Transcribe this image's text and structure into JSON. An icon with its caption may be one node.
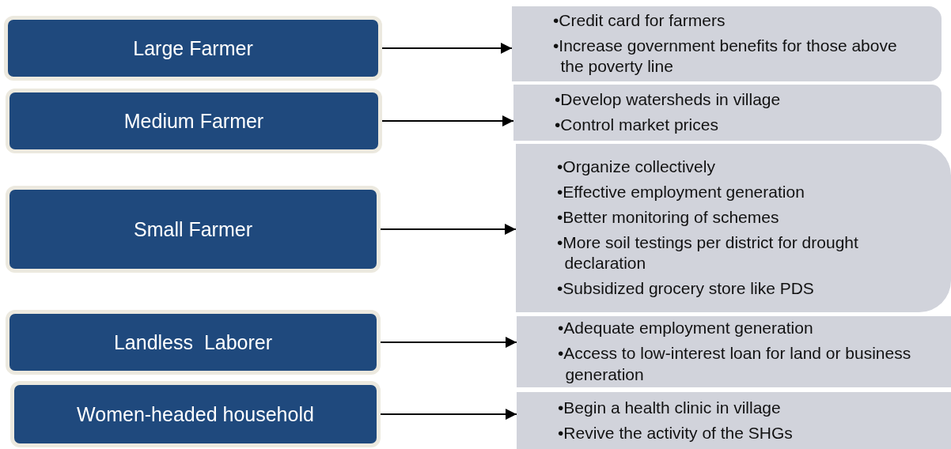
{
  "diagram": {
    "nodes": [
      {
        "text": [
          "Large Farmer"
        ]
      },
      {
        "text": [
          "•Credit card for farmers",
          "•Increase government benefits for those above the poverty line"
        ]
      },
      {
        "text": [
          "Medium Farmer"
        ]
      },
      {
        "text": [
          "•Develop watersheds in village",
          "•Control market prices"
        ]
      },
      {
        "text": [
          "Small Farmer"
        ]
      },
      {
        "text": [
          "•Organize collectively",
          "•Effective employment generation",
          "•Better monitoring of schemes",
          "•More soil testings per district for drought declaration",
          "•Subsidized grocery store like PDS"
        ]
      },
      {
        "text": [
          "Landless  Laborer"
        ]
      },
      {
        "text": [
          "•Adequate employment generation",
          "•Access to low-interest loan for land or business generation"
        ]
      },
      {
        "text": [
          "Women-headed household"
        ]
      },
      {
        "text": [
          "•Begin a health clinic in village",
          "•Revive the activity of the SHGs"
        ]
      }
    ],
    "edges": [
      {
        "from": 0,
        "to": 1,
        "arrow": "to"
      },
      {
        "from": 2,
        "to": 3,
        "arrow": "to"
      },
      {
        "from": 4,
        "to": 5,
        "arrow": "to"
      },
      {
        "from": 6,
        "to": 7,
        "arrow": "to"
      },
      {
        "from": 8,
        "to": 9,
        "arrow": "to"
      }
    ]
  }
}
